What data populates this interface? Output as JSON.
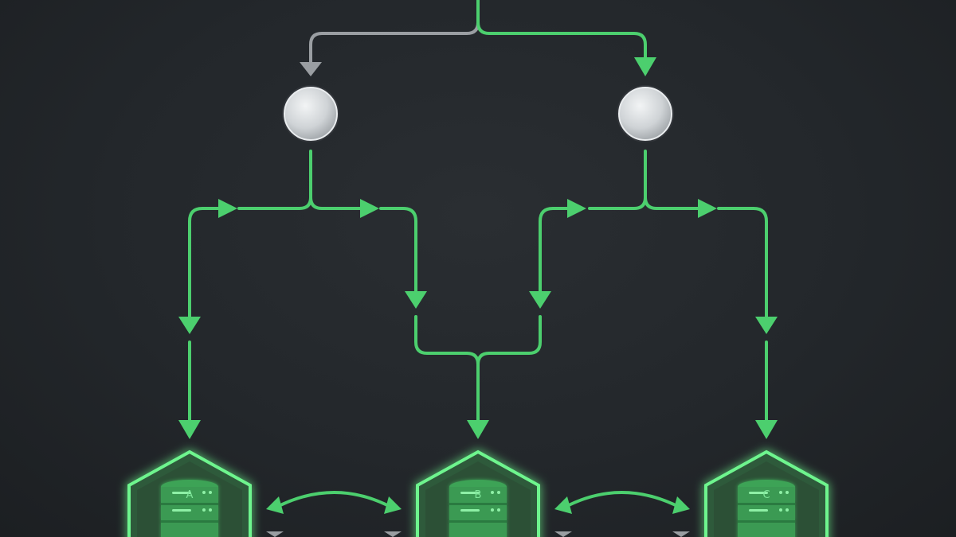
{
  "colors": {
    "background": "#23272b",
    "accent": "#4ccf6e",
    "inactive": "#9a9ea2",
    "router": "#cfd3d6",
    "db_body": "#3c9a52"
  },
  "databases": [
    {
      "id": "db-a",
      "label": "A",
      "icon": "database-icon"
    },
    {
      "id": "db-b",
      "label": "B",
      "icon": "database-icon"
    },
    {
      "id": "db-c",
      "label": "C",
      "icon": "database-icon"
    }
  ],
  "routers": [
    {
      "id": "router-left"
    },
    {
      "id": "router-right"
    }
  ]
}
